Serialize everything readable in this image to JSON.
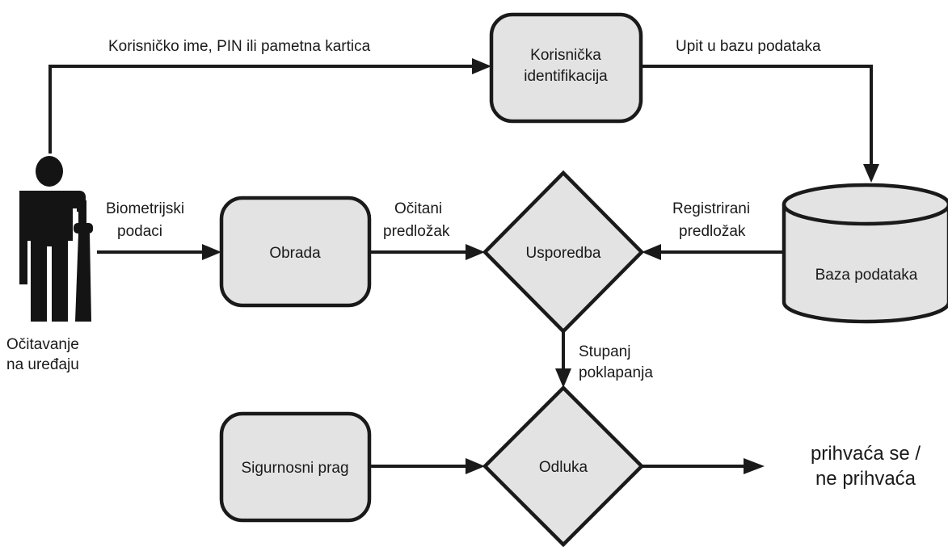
{
  "nodes": {
    "user_identification": [
      "Korisnička",
      "identifikacija"
    ],
    "processing": "Obrada",
    "comparison": "Usporedba",
    "database": "Baza podataka",
    "security_threshold": "Sigurnosni prag",
    "decision": "Odluka"
  },
  "person": {
    "label": [
      "Očitavanje",
      "na uređaju"
    ]
  },
  "edges": {
    "credentials": "Korisničko ime, PIN ili pametna kartica",
    "db_query": "Upit u bazu podataka",
    "biometric_data": [
      "Biometrijski",
      "podaci"
    ],
    "read_template": [
      "Očitani",
      "predložak"
    ],
    "registered_template": [
      "Registrirani",
      "predložak"
    ],
    "match_degree": [
      "Stupanj",
      "poklapanja"
    ]
  },
  "result": [
    "prihvaća se /",
    "ne prihvaća"
  ],
  "colors": {
    "shape_fill": "#e3e3e3",
    "stroke": "#1a1a1a",
    "background": "#ffffff"
  }
}
